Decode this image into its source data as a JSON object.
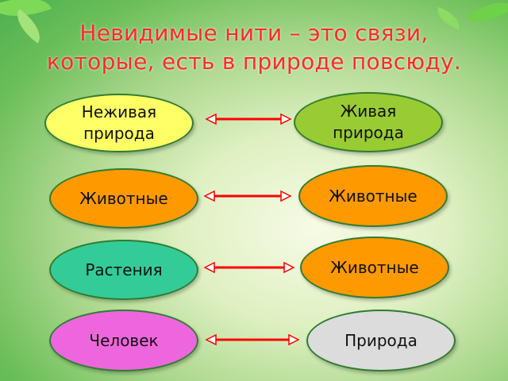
{
  "title_line1": "Невидимые нити – это связи,",
  "title_line2": "которые, есть в природе повсюду.",
  "pairs": [
    {
      "left": {
        "label": "Неживая природа",
        "color": "#ffff66"
      },
      "right": {
        "label": "Живая природа",
        "color": "#99cc33"
      }
    },
    {
      "left": {
        "label": "Животные",
        "color": "#ff9900"
      },
      "right": {
        "label": "Животные",
        "color": "#ff9900"
      }
    },
    {
      "left": {
        "label": "Растения",
        "color": "#33cc99"
      },
      "right": {
        "label": "Животные",
        "color": "#ff9900"
      }
    },
    {
      "left": {
        "label": "Человек",
        "color": "#ee66dd"
      },
      "right": {
        "label": "Природа",
        "color": "#dcdcdc"
      }
    }
  ],
  "arrow_color": "#ff0000",
  "icons": [
    "leaf-icon",
    "double-arrow-icon"
  ]
}
